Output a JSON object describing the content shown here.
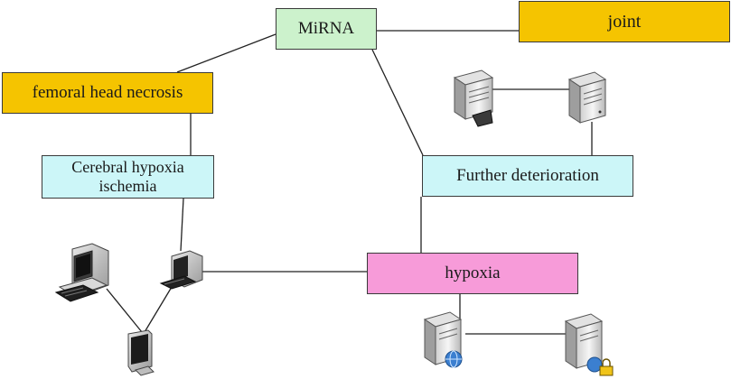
{
  "nodes": {
    "mirna": {
      "label": "MiRNA"
    },
    "joint": {
      "label": "joint"
    },
    "femoral": {
      "label": "femoral head necrosis"
    },
    "cereb": {
      "label_line1": "Cerebral hypoxia",
      "label_line2": "ischemia"
    },
    "further": {
      "label": "Further deterioration"
    },
    "hypoxia": {
      "label": "hypoxia"
    }
  },
  "icons": [
    "server-icon",
    "server-icon",
    "workstation-icon",
    "desktop-computer-icon",
    "monitor-icon",
    "web-server-icon",
    "web-server-lock-icon"
  ],
  "colors": {
    "green": "#ccf2cc",
    "orange": "#f5c400",
    "cyan": "#ccf6f8",
    "pink": "#f79bd9"
  }
}
